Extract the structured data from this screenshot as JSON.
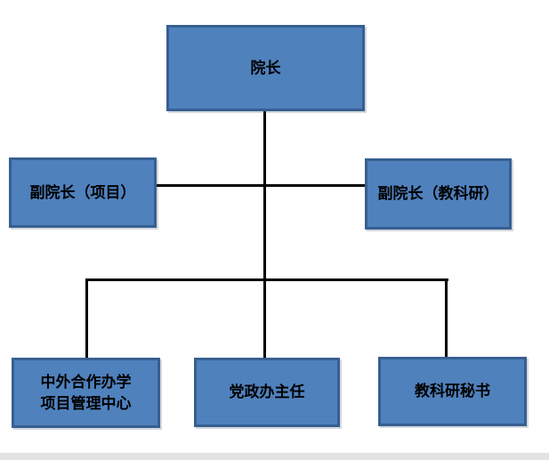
{
  "diagram": {
    "type": "org-chart",
    "colors": {
      "page_background": "#ffffff",
      "node_fill": "#4f81bd",
      "node_border": "#365f91",
      "node_text": "#000000",
      "connector": "#000000",
      "footer_strip": "#e3e3e3"
    },
    "nodes": {
      "root": {
        "label": "院长"
      },
      "vice_left": {
        "label": "副院长（项目）"
      },
      "vice_right": {
        "label": "副院长（教科研）"
      },
      "child_left": {
        "label": "中外合作办学\n项目管理中心"
      },
      "child_center": {
        "label": "党政办主任"
      },
      "child_right": {
        "label": "教科研秘书"
      }
    }
  }
}
